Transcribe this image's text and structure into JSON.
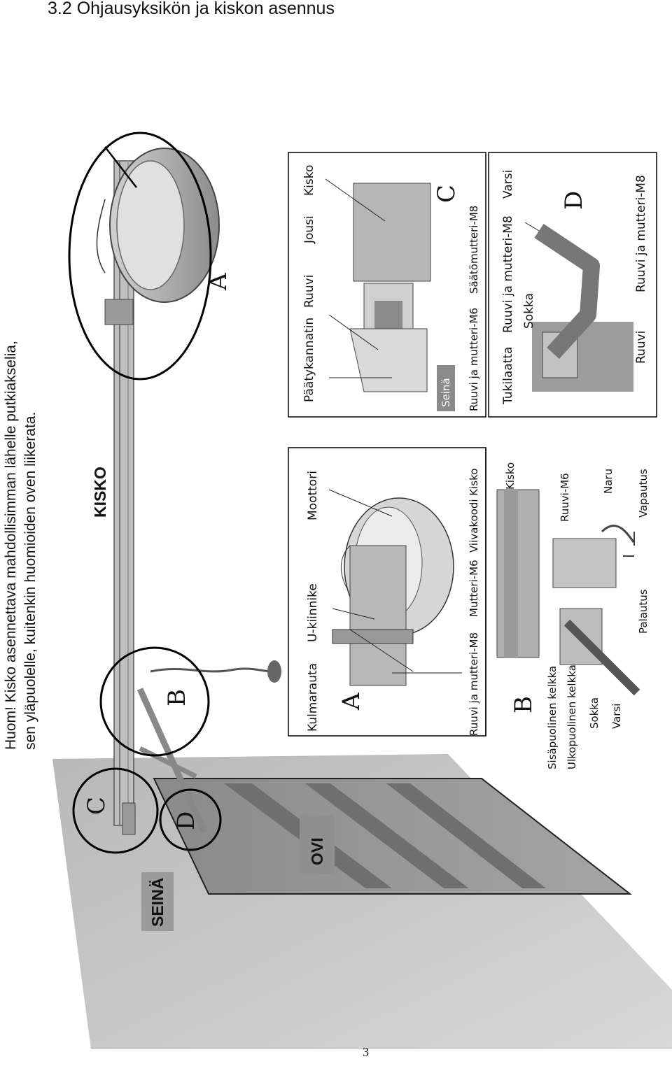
{
  "title": "3.2 Ohjausyksikön ja kiskon asennus",
  "note_lines": [
    "Huom! Kisko asennettava  mahdollisimman lähelle putkiakselia,",
    "sen yläpuolelle, kuitenkin huomioiden oven liikerata."
  ],
  "main": {
    "kisko": "KISKO",
    "ovi": "OVI",
    "seina": "SEINÄ",
    "letters": {
      "a": "A",
      "b": "B",
      "c": "C",
      "d": "D"
    }
  },
  "panel_a": {
    "letter": "A",
    "labels_top": [
      "Kulmarauta",
      "U-kiinnike",
      "Moottori"
    ],
    "labels_bottom": [
      "Ruuvi ja mutteri-M8",
      "Mutteri-M6",
      "Viivakoodi Kisko"
    ]
  },
  "panel_b": {
    "letter": "B",
    "labels_left": [
      "Sisäpuolinen kelkka",
      "Ulkopuolinen kelkka"
    ],
    "labels_mid": [
      "Sokka",
      "Varsi"
    ],
    "labels_right": [
      "Kisko",
      "Ruuvi-M6",
      "Naru",
      "Vapautus",
      "Palautus"
    ]
  },
  "panel_c": {
    "letter": "C",
    "labels_top": [
      "Päätykannatin",
      "Ruuvi",
      "Jousi",
      "Kisko"
    ],
    "inner": "Seinä",
    "labels_bottom": [
      "Ruuvi ja mutteri-M6",
      "Säätömutteri-M8"
    ]
  },
  "panel_d": {
    "letter": "D",
    "labels_top": [
      "Tukilaatta",
      "Ruuvi ja mutteri-M8",
      "Varsi"
    ],
    "label_sokka": "Sokka",
    "labels_bottom": [
      "Ruuvi",
      "Ruuvi ja mutteri-M8"
    ]
  },
  "page_number": "3"
}
